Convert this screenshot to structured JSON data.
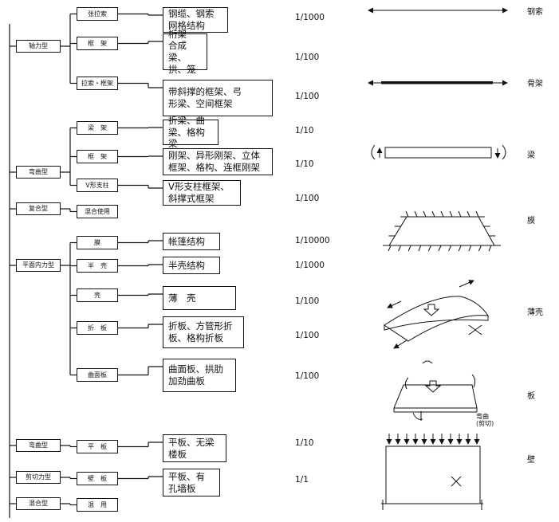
{
  "categories": [
    {
      "key": "axial",
      "label": "轴力型",
      "types": [
        {
          "label": "张拉索",
          "desc": "钢缆、钢索\n网格结构",
          "ratio": "1/1000"
        },
        {
          "label": "框　架",
          "desc": "桁架\n合成梁、\n拱、笼",
          "ratio": "1/100"
        },
        {
          "label": "拉索・框架",
          "desc": "带斜撑的框架、弓\n形梁、空间框架",
          "ratio": "1/100"
        }
      ]
    },
    {
      "key": "bending",
      "label": "弯曲型",
      "types": [
        {
          "label": "梁　架",
          "desc": "折梁、曲\n梁、格构梁",
          "ratio": "1/10"
        },
        {
          "label": "框　架",
          "desc": "刚架、异形刚架、立体\n框架、格构、连框刚架",
          "ratio": "1/10"
        },
        {
          "label": "V形支柱",
          "desc": "V形支柱框架、\n斜撑式框架",
          "ratio": "1/100"
        }
      ]
    },
    {
      "key": "composite",
      "label": "复合型",
      "types": [
        {
          "label": "混合使用",
          "desc": "",
          "ratio": ""
        }
      ]
    },
    {
      "key": "planar",
      "label": "平面内力型",
      "types": [
        {
          "label": "膜",
          "desc": "帐篷结构",
          "ratio": "1/10000"
        },
        {
          "label": "半　壳",
          "desc": "半壳结构",
          "ratio": "1/1000"
        },
        {
          "label": "壳",
          "desc": "薄　壳",
          "ratio": "1/100"
        },
        {
          "label": "折　板",
          "desc": "折板、方管形折\n板、格构折板",
          "ratio": "1/100"
        },
        {
          "label": "曲面板",
          "desc": "曲面板、拱肋\n加劲曲板",
          "ratio": "1/100"
        }
      ]
    },
    {
      "key": "bending2",
      "label": "弯曲型",
      "types": [
        {
          "label": "平　板",
          "desc": "平板、无梁\n楼板",
          "ratio": "1/10"
        }
      ]
    },
    {
      "key": "shear",
      "label": "剪切力型",
      "types": [
        {
          "label": "壁　板",
          "desc": "平板、有\n孔墙板",
          "ratio": "1/1"
        }
      ]
    },
    {
      "key": "mixed",
      "label": "混合型",
      "types": [
        {
          "label": "混　用",
          "desc": "",
          "ratio": ""
        }
      ]
    }
  ],
  "sketches": {
    "cable": "钢索",
    "skeleton": "骨架",
    "beam": "梁",
    "membrane": "膜",
    "shell": "薄壳",
    "plate": "板",
    "plate_note": "弯曲\n(剪切)",
    "wall": "壁"
  }
}
